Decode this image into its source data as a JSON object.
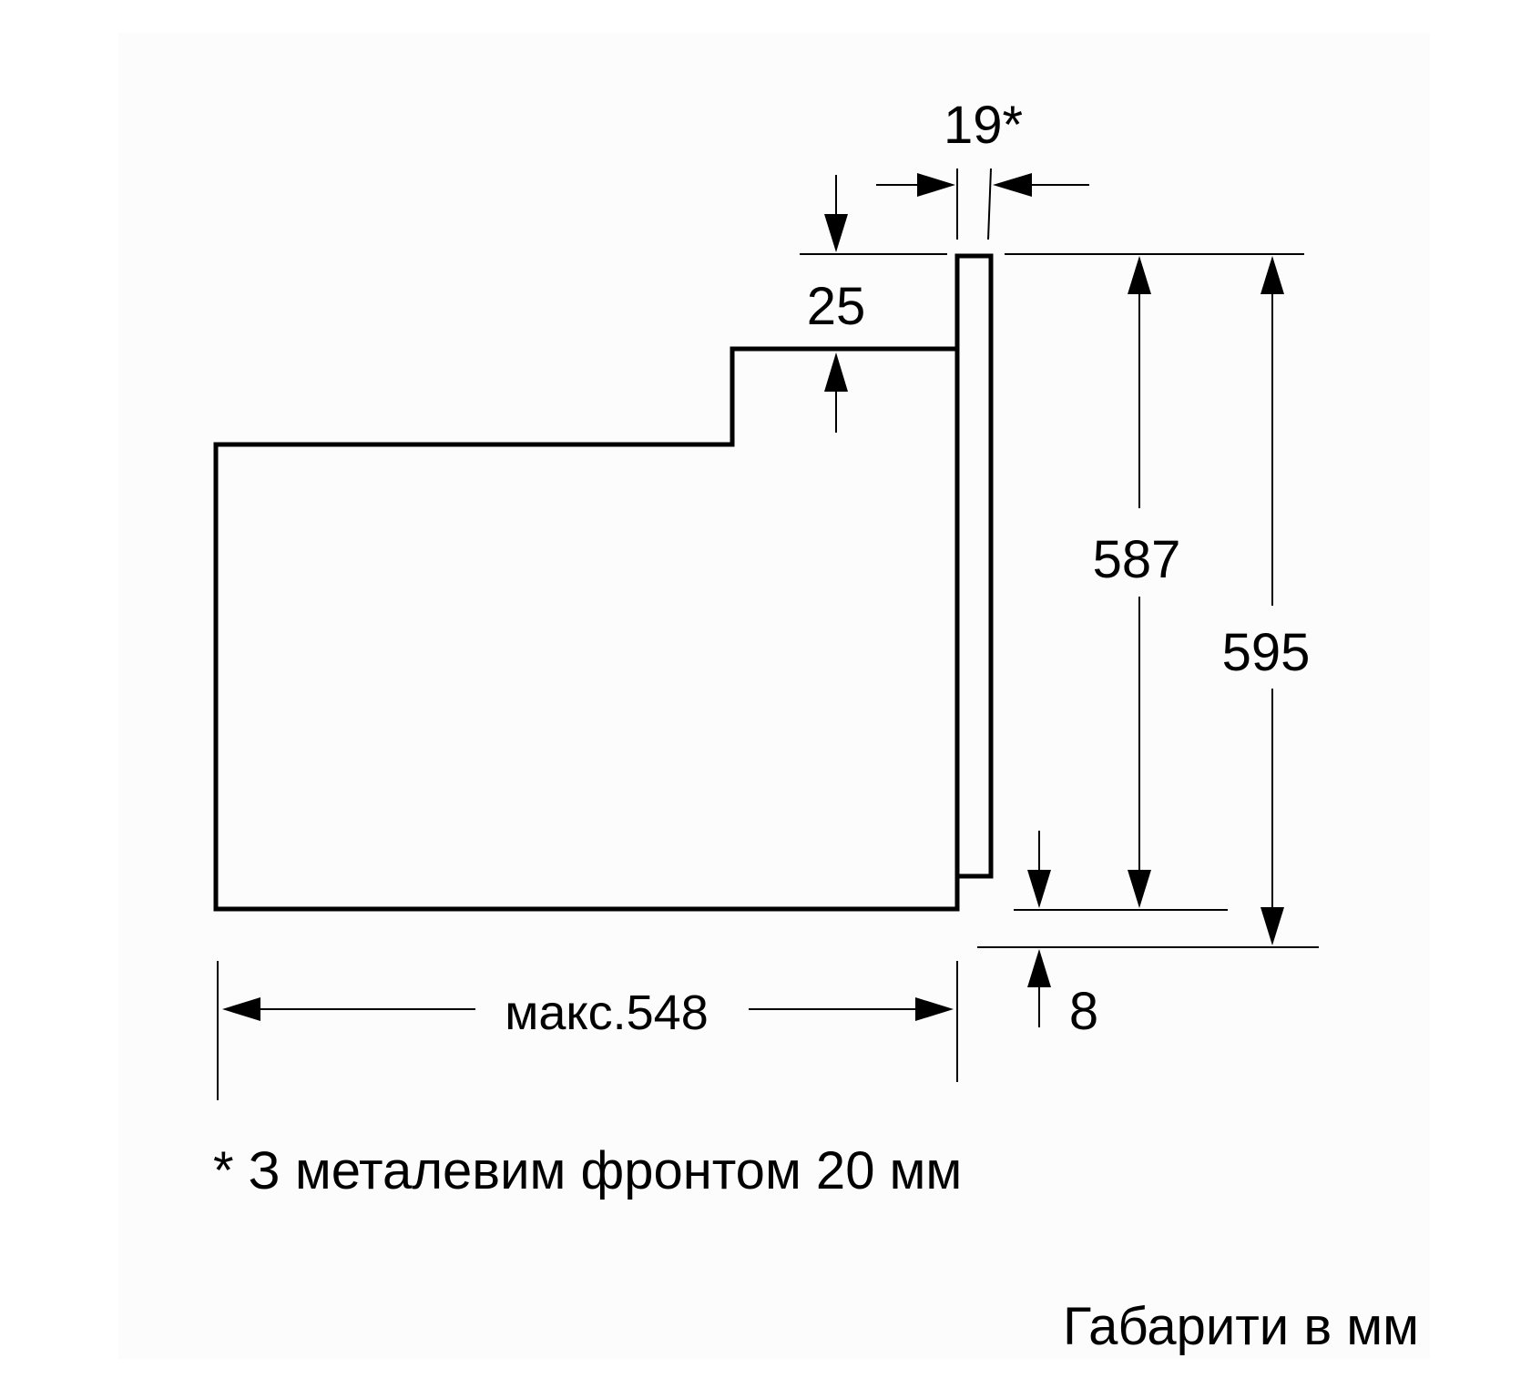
{
  "dimensions": {
    "front_thickness": "19*",
    "top_step": "25",
    "door_height": "587",
    "total_height": "595",
    "depth": "макс.548",
    "bottom_gap": "8"
  },
  "footnote": "* З металевим фронтом 20 мм",
  "units_note": "Габарити в мм"
}
